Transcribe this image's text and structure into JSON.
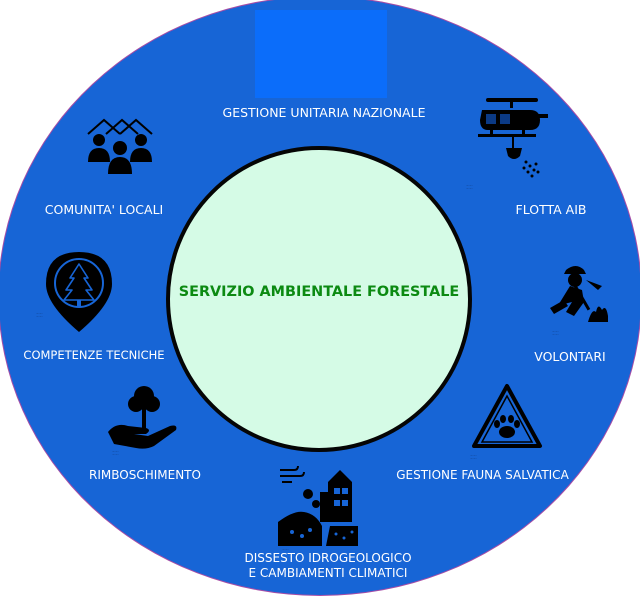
{
  "center": {
    "title": "SERVIZIO AMBIENTALE FORESTALE"
  },
  "labels": {
    "gestione_unitaria": "GESTIONE UNITARIA NAZIONALE",
    "flotta_aib": "FLOTTA AIB",
    "volontari": "VOLONTARI",
    "gestione_fauna": "GESTIONE FAUNA SALVATICA",
    "dissesto_line1": "DISSESTO IDROGEOLOGICO",
    "dissesto_line2": "E CAMBIAMENTI CLIMATICI",
    "rimboschimento": "RIMBOSCHIMENTO",
    "competenze": "COMPETENZE TECNICHE",
    "comunita": "COMUNITA' LOCALI"
  },
  "icons": {
    "community": "community-icon",
    "helicopter": "helicopter-icon",
    "volunteer": "volunteer-icon",
    "wildlife": "wildlife-warning-icon",
    "landslide": "landslide-icon",
    "reforestation": "tree-hand-icon",
    "forest_pin": "forest-pin-icon"
  },
  "colors": {
    "outer": "#1765d6",
    "top_rect": "#0b6dfa",
    "inner": "#d5fbe6",
    "center_text": "#0c8a12",
    "label": "#ffffff"
  }
}
